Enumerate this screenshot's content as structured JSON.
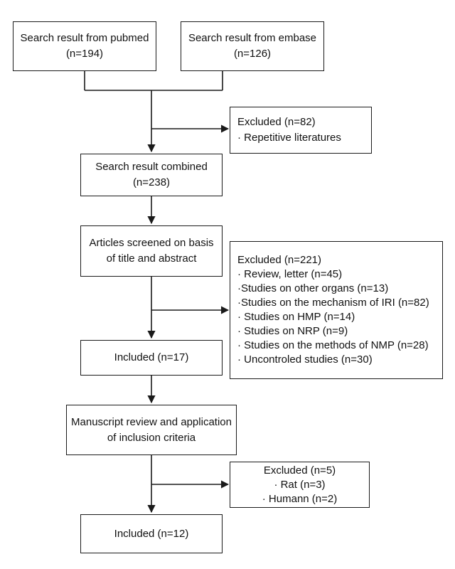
{
  "flowchart": {
    "nodes": [
      {
        "id": "pubmed",
        "lines": [
          "Search result from pubmed",
          "(n=194)"
        ]
      },
      {
        "id": "embase",
        "lines": [
          "Search result from embase",
          "(n=126)"
        ]
      },
      {
        "id": "excluded_1",
        "lines": [
          "Excluded (n=82)",
          "· Repetitive literatures"
        ]
      },
      {
        "id": "combined",
        "lines": [
          "Search result combined",
          "(n=238)"
        ]
      },
      {
        "id": "screened",
        "lines": [
          "Articles screened on basis",
          "of title and abstract"
        ]
      },
      {
        "id": "excluded_2",
        "lines": [
          "Excluded (n=221)",
          "· Review, letter (n=45)",
          "·Studies on other organs (n=13)",
          "·Studies on the mechanism of IRI (n=82)",
          "· Studies on HMP (n=14)",
          "· Studies on NRP (n=9)",
          "· Studies on the methods of NMP (n=28)",
          "· Uncontroled studies (n=30)"
        ]
      },
      {
        "id": "included_17",
        "lines": [
          "Included (n=17)"
        ]
      },
      {
        "id": "manuscript",
        "lines": [
          "Manuscript review and application",
          "of inclusion criteria"
        ]
      },
      {
        "id": "excluded_3",
        "lines": [
          "Excluded (n=5)",
          "· Rat (n=3)",
          "· Humann (n=2)"
        ]
      },
      {
        "id": "included_12",
        "lines": [
          "Included (n=12)"
        ]
      }
    ]
  }
}
